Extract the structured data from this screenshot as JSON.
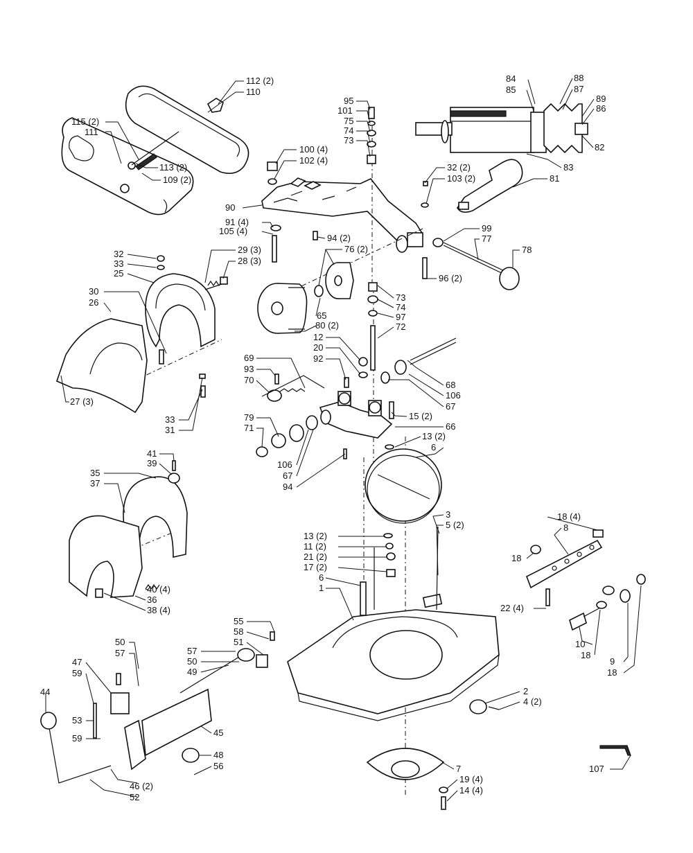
{
  "labels": [
    {
      "id": "112",
      "text": "112 (2)"
    },
    {
      "id": "110",
      "text": "110"
    },
    {
      "id": "115",
      "text": "115 (2)"
    },
    {
      "id": "111",
      "text": "111"
    },
    {
      "id": "113",
      "text": "113 (2)"
    },
    {
      "id": "109",
      "text": "109 (2)"
    },
    {
      "id": "95",
      "text": "95"
    },
    {
      "id": "101",
      "text": "101"
    },
    {
      "id": "75",
      "text": "75"
    },
    {
      "id": "74a",
      "text": "74"
    },
    {
      "id": "73a",
      "text": "73"
    },
    {
      "id": "100",
      "text": "100 (4)"
    },
    {
      "id": "102",
      "text": "102 (4)"
    },
    {
      "id": "84",
      "text": "84"
    },
    {
      "id": "85",
      "text": "85"
    },
    {
      "id": "88",
      "text": "88"
    },
    {
      "id": "87",
      "text": "87"
    },
    {
      "id": "89",
      "text": "89"
    },
    {
      "id": "86",
      "text": "86"
    },
    {
      "id": "82",
      "text": "82"
    },
    {
      "id": "83",
      "text": "83"
    },
    {
      "id": "81",
      "text": "81"
    },
    {
      "id": "32a",
      "text": "32 (2)"
    },
    {
      "id": "103",
      "text": "103 (2)"
    },
    {
      "id": "90",
      "text": "90"
    },
    {
      "id": "91",
      "text": "91 (4)"
    },
    {
      "id": "105",
      "text": "105 (4)"
    },
    {
      "id": "94a",
      "text": "94 (2)"
    },
    {
      "id": "76",
      "text": "76 (2)"
    },
    {
      "id": "99",
      "text": "99"
    },
    {
      "id": "77",
      "text": "77"
    },
    {
      "id": "78",
      "text": "78"
    },
    {
      "id": "96",
      "text": "96 (2)"
    },
    {
      "id": "32b",
      "text": "32"
    },
    {
      "id": "33a",
      "text": "33"
    },
    {
      "id": "25",
      "text": "25"
    },
    {
      "id": "29",
      "text": "29 (3)"
    },
    {
      "id": "28",
      "text": "28 (3)"
    },
    {
      "id": "30",
      "text": "30"
    },
    {
      "id": "26",
      "text": "26"
    },
    {
      "id": "65",
      "text": "65"
    },
    {
      "id": "80",
      "text": "80 (2)"
    },
    {
      "id": "73b",
      "text": "73"
    },
    {
      "id": "74b",
      "text": "74"
    },
    {
      "id": "97",
      "text": "97"
    },
    {
      "id": "72",
      "text": "72"
    },
    {
      "id": "12",
      "text": "12"
    },
    {
      "id": "20",
      "text": "20"
    },
    {
      "id": "92",
      "text": "92"
    },
    {
      "id": "69",
      "text": "69"
    },
    {
      "id": "93",
      "text": "93"
    },
    {
      "id": "70",
      "text": "70"
    },
    {
      "id": "68",
      "text": "68"
    },
    {
      "id": "106a",
      "text": "106"
    },
    {
      "id": "67a",
      "text": "67"
    },
    {
      "id": "15",
      "text": "15 (2)"
    },
    {
      "id": "66",
      "text": "66"
    },
    {
      "id": "13a",
      "text": "13 (2)"
    },
    {
      "id": "27",
      "text": "27 (3)"
    },
    {
      "id": "33b",
      "text": "33"
    },
    {
      "id": "31",
      "text": "31"
    },
    {
      "id": "79",
      "text": "79"
    },
    {
      "id": "71",
      "text": "71"
    },
    {
      "id": "106b",
      "text": "106"
    },
    {
      "id": "67b",
      "text": "67"
    },
    {
      "id": "94b",
      "text": "94"
    },
    {
      "id": "6a",
      "text": "6"
    },
    {
      "id": "41",
      "text": "41"
    },
    {
      "id": "39",
      "text": "39"
    },
    {
      "id": "35",
      "text": "35"
    },
    {
      "id": "37",
      "text": "37"
    },
    {
      "id": "3",
      "text": "3"
    },
    {
      "id": "5",
      "text": "5 (2)"
    },
    {
      "id": "18a",
      "text": "18 (4)"
    },
    {
      "id": "8",
      "text": "8"
    },
    {
      "id": "18b",
      "text": "18"
    },
    {
      "id": "13b",
      "text": "13 (2)"
    },
    {
      "id": "11",
      "text": "11 (2)"
    },
    {
      "id": "21",
      "text": "21 (2)"
    },
    {
      "id": "17",
      "text": "17 (2)"
    },
    {
      "id": "6b",
      "text": "6"
    },
    {
      "id": "1",
      "text": "1"
    },
    {
      "id": "40",
      "text": "40 (4)"
    },
    {
      "id": "36",
      "text": "36"
    },
    {
      "id": "38",
      "text": "38 (4)"
    },
    {
      "id": "22",
      "text": "22 (4)"
    },
    {
      "id": "55",
      "text": "55"
    },
    {
      "id": "58",
      "text": "58"
    },
    {
      "id": "51",
      "text": "51"
    },
    {
      "id": "57a",
      "text": "57"
    },
    {
      "id": "50a",
      "text": "50"
    },
    {
      "id": "49",
      "text": "49"
    },
    {
      "id": "50b",
      "text": "50"
    },
    {
      "id": "57b",
      "text": "57"
    },
    {
      "id": "47",
      "text": "47"
    },
    {
      "id": "59a",
      "text": "59"
    },
    {
      "id": "53",
      "text": "53"
    },
    {
      "id": "59b",
      "text": "59"
    },
    {
      "id": "44",
      "text": "44"
    },
    {
      "id": "45",
      "text": "45"
    },
    {
      "id": "48",
      "text": "48"
    },
    {
      "id": "56",
      "text": "56"
    },
    {
      "id": "46",
      "text": "46 (2)"
    },
    {
      "id": "52",
      "text": "52"
    },
    {
      "id": "10",
      "text": "10"
    },
    {
      "id": "18c",
      "text": "18"
    },
    {
      "id": "9",
      "text": "9"
    },
    {
      "id": "18d",
      "text": "18"
    },
    {
      "id": "2",
      "text": "2"
    },
    {
      "id": "4",
      "text": "4 (2)"
    },
    {
      "id": "7",
      "text": "7"
    },
    {
      "id": "19",
      "text": "19 (4)"
    },
    {
      "id": "14",
      "text": "14 (4)"
    },
    {
      "id": "107",
      "text": "107"
    }
  ]
}
